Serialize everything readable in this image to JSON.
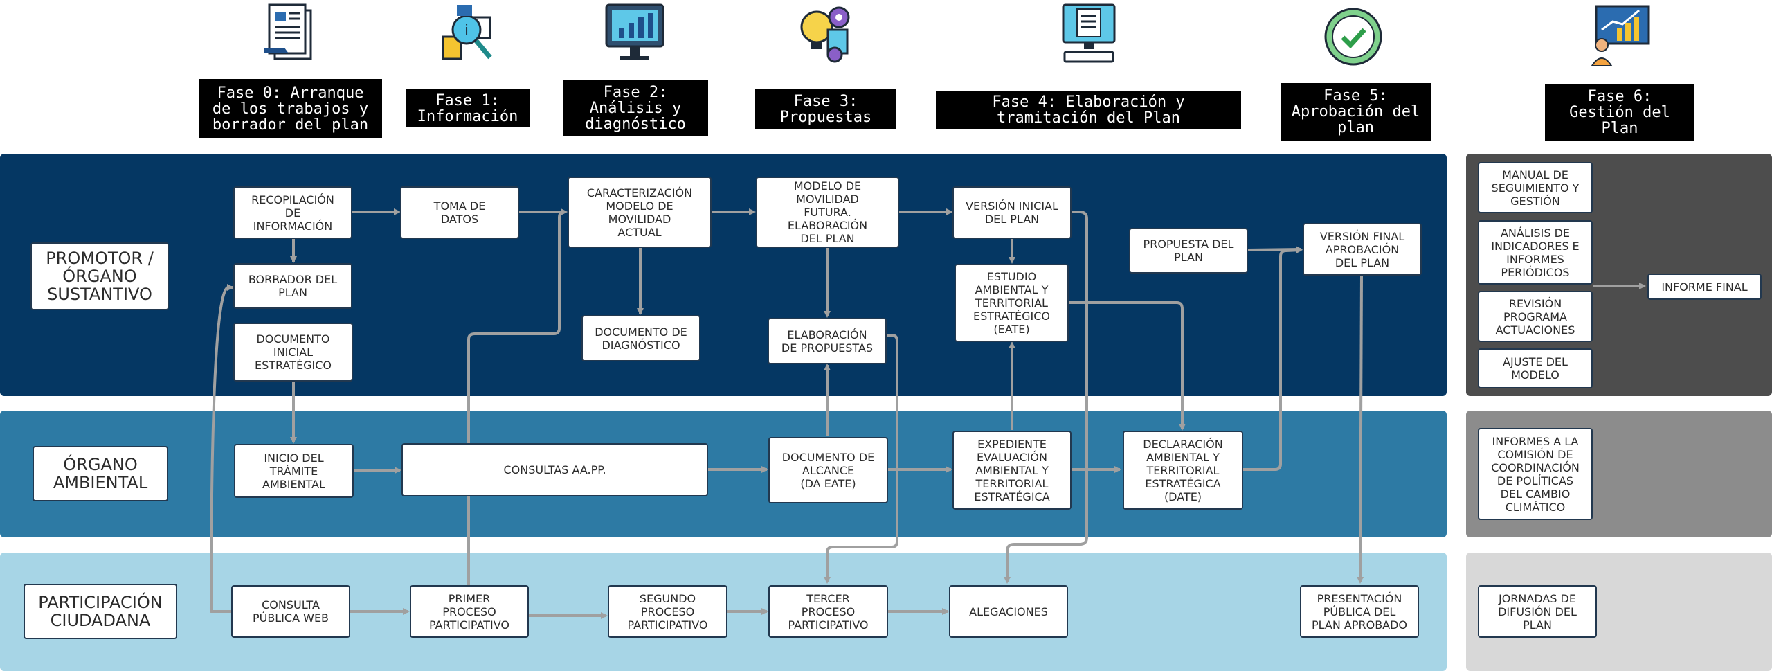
{
  "colors": {
    "lane_promotor": "#053763",
    "lane_ambiental": "#2d7aa4",
    "lane_participacion": "#a7d5e6",
    "side_promotor": "#4d4d4d",
    "side_ambiental": "#8c8c8c",
    "side_participacion": "#d8d8d8",
    "arrow": "#a0a0a0"
  },
  "phases": [
    {
      "label": "Fase 0: Arranque\nde los trabajos y\nborrador del plan",
      "icon": "document-stack-icon"
    },
    {
      "label": "Fase 1:\nInformación",
      "icon": "search-info-icon"
    },
    {
      "label": "Fase 2:\nAnálisis y\ndiagnóstico",
      "icon": "monitor-chart-icon"
    },
    {
      "label": "Fase 3:\nPropuestas",
      "icon": "lightbulb-gears-icon"
    },
    {
      "label": "Fase 4: Elaboración y\ntramitación del Plan",
      "icon": "computer-document-icon"
    },
    {
      "label": "Fase 5:\nAprobación del\nplan",
      "icon": "check-circle-icon"
    },
    {
      "label": "Fase 6:\nGestión del\nPlan",
      "icon": "presenter-growth-icon"
    }
  ],
  "lanes": {
    "promotor": "PROMOTOR /\nÓRGANO\nSUSTANTIVO",
    "ambiental": "ÓRGANO\nAMBIENTAL",
    "participacion": "PARTICIPACIÓN\nCIUDADANA"
  },
  "boxes": {
    "recopilacion": "RECOPILACIÓN\nDE\nINFORMACIÓN",
    "borrador": "BORRADOR DEL\nPLAN",
    "doc_inicial": "DOCUMENTO\nINICIAL\nESTRATÉGICO",
    "toma_datos": "TOMA DE\nDATOS",
    "caracterizacion": "CARACTERIZACIÓN\nMODELO DE\nMOVILIDAD\nACTUAL",
    "doc_diagnostico": "DOCUMENTO DE\nDIAGNÓSTICO",
    "modelo_futura": "MODELO DE\nMOVILIDAD\nFUTURA.\nELABORACIÓN\nDEL PLAN",
    "elab_propuestas": "ELABORACIÓN\nDE PROPUESTAS",
    "version_inicial": "VERSIÓN INICIAL\nDEL PLAN",
    "eate": "ESTUDIO\nAMBIENTAL Y\nTERRITORIAL\nESTRATÉGICO\n(EATE)",
    "propuesta_plan": "PROPUESTA DEL\nPLAN",
    "version_final": "VERSIÓN FINAL\nAPROBACIÓN\nDEL PLAN",
    "inicio_tramite": "INICIO DEL\nTRÁMITE\nAMBIENTAL",
    "consultas": "CONSULTAS AA.PP.",
    "doc_alcance": "DOCUMENTO DE\nALCANCE\n(DA EATE)",
    "expediente": "EXPEDIENTE\nEVALUACIÓN\nAMBIENTAL Y\nTERRITORIAL\nESTRATÉGICA",
    "declaracion": "DECLARACIÓN\nAMBIENTAL Y\nTERRITORIAL\nESTRATÉGICA\n(DATE)",
    "consulta_web": "CONSULTA\nPÚBLICA WEB",
    "primer_proceso": "PRIMER\nPROCESO\nPARTICIPATIVO",
    "segundo_proceso": "SEGUNDO\nPROCESO\nPARTICIPATIVO",
    "tercer_proceso": "TERCER\nPROCESO\nPARTICIPATIVO",
    "alegaciones": "ALEGACIONES",
    "presentacion_publica": "PRESENTACIÓN\nPÚBLICA DEL\nPLAN  APROBADO",
    "manual": "MANUAL DE\nSEGUIMIENTO Y\nGESTIÓN",
    "analisis_indicadores": "ANÁLISIS DE\nINDICADORES E\nINFORMES\nPERIÓDICOS",
    "revision_programa": "REVISIÓN\nPROGRAMA\nACTUACIONES",
    "ajuste_modelo": "AJUSTE DEL\nMODELO",
    "informe_final": "INFORME FINAL",
    "informes_comision": "INFORMES A LA\nCOMISIÓN DE\nCOORDINACIÓN\nDE POLÍTICAS\nDEL CAMBIO\nCLIMÁTICO",
    "jornadas": "JORNADAS DE\nDIFUSIÓN DEL\nPLAN"
  }
}
